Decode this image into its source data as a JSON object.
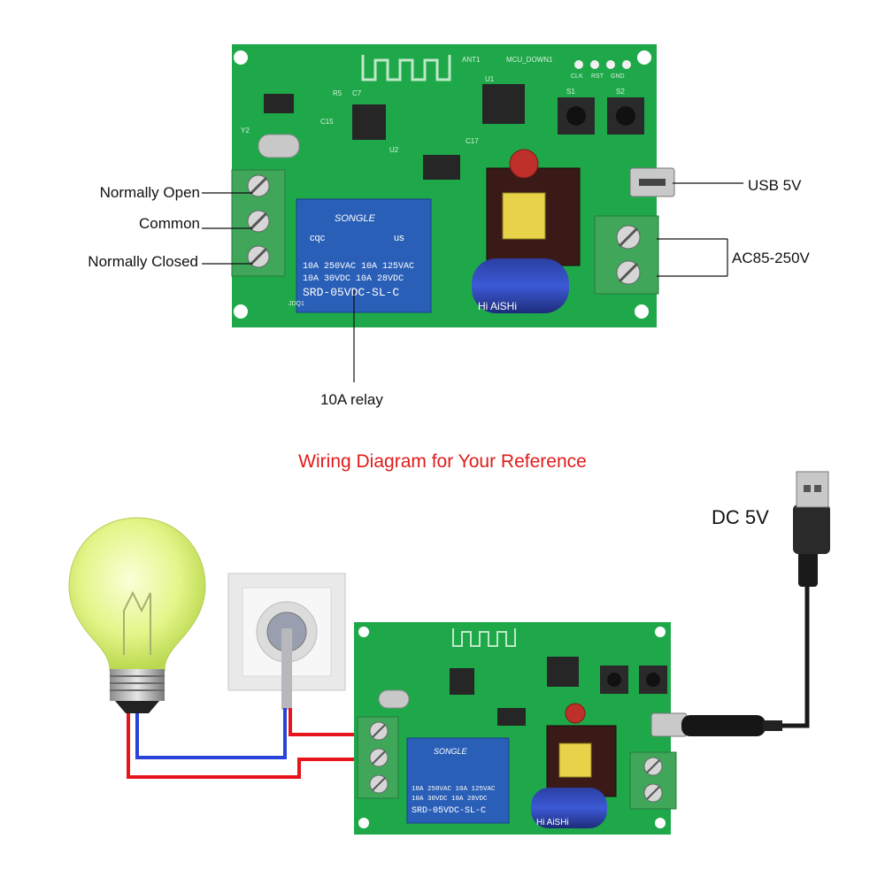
{
  "callouts": {
    "normally_open": "Normally Open",
    "common": "Common",
    "normally_closed": "Normally Closed",
    "usb_5v": "USB 5V",
    "ac_input": "AC85-250V",
    "relay": "10A relay"
  },
  "diagram_title": "Wiring Diagram for Your Reference",
  "dc_label": "DC 5V",
  "relay_markings": {
    "brand": "SONGLE",
    "cqc": "cqc",
    "ul": "us",
    "line1": "10A 250VAC  10A 125VAC",
    "line2": "10A  30VDC  10A  28VDC",
    "model": "SRD-05VDC-SL-C"
  },
  "capacitor_brand": "Hi AiSHi",
  "board_marks": [
    "ANT1",
    "MCU_DOWN1",
    "S1",
    "S2",
    "CLK",
    "RST",
    "GND",
    "U1",
    "U2",
    "R5",
    "C7",
    "C15",
    "C17",
    "Y2",
    "JDQ1"
  ],
  "colors": {
    "pcb": "#1fa84a",
    "pcb_dark": "#16873a",
    "terminal": "#3fa65a",
    "relay": "#2a5fb8",
    "wire_red": "#e8141c",
    "wire_blue": "#2942d8",
    "title_red": "#e01b1b",
    "bulb_glass": "#dff27a"
  }
}
